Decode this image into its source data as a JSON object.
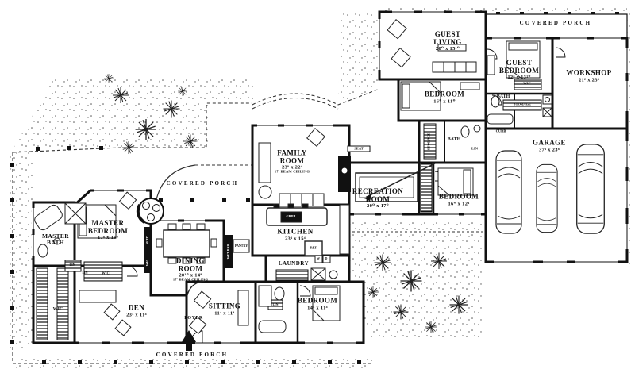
{
  "drawing": {
    "kind": "single-story house floor plan, black ink on white"
  },
  "porches": {
    "top": "COVERED PORCH",
    "middle": "COVERED PORCH",
    "bottom": "COVERED PORCH"
  },
  "rooms": {
    "guest_living": {
      "name": "GUEST\nLIVING",
      "dims": "20⁰ x 15¹⁰"
    },
    "guest_bedroom": {
      "name": "GUEST\nBEDROOM",
      "dims": "12⁶ x 13¹⁰"
    },
    "workshop": {
      "name": "WORKSHOP",
      "dims": "21² x 23⁴"
    },
    "bedroom_top": {
      "name": "BEDROOM",
      "dims": "16⁰ x 11⁰"
    },
    "garage": {
      "name": "GARAGE",
      "dims": "37⁴ x 23⁸"
    },
    "family_room": {
      "name": "FAMILY\nROOM",
      "dims": "23⁸ x 22⁴",
      "note": "17' BEAM CEILING"
    },
    "recreation_room": {
      "name": "RECREATION\nROOM",
      "dims": "20⁰ x 17⁰"
    },
    "bedroom_right": {
      "name": "BEDROOM",
      "dims": "16⁰ x 12⁴"
    },
    "master_bedroom": {
      "name": "MASTER\nBEDROOM",
      "dims": "17⁶ x 19⁴"
    },
    "master_bath": {
      "name": "MASTER\nBATH"
    },
    "den": {
      "name": "DEN",
      "dims": "23⁴ x 11⁴"
    },
    "dining_room": {
      "name": "DINING\nROOM",
      "dims": "20¹⁰ x 14⁸",
      "note": "17' BEAM CEILING"
    },
    "kitchen": {
      "name": "KITCHEN",
      "dims": "23⁴ x 15⁴"
    },
    "sitting": {
      "name": "SITTING",
      "dims": "11⁴ x 11⁴"
    },
    "bedroom_bottom": {
      "name": "BEDROOM",
      "dims": "14⁴ x 11⁴"
    }
  },
  "small_labels": {
    "bath": "BATH",
    "wic": "WIC",
    "lin": "LIN",
    "storage": "STORAGE",
    "pantry": "PANTRY",
    "laundry": "LAUNDRY",
    "foyer": "FOYER",
    "seat": "SEAT",
    "curb": "CURB",
    "grill": "GRILL",
    "ref": "REF",
    "wet_bar": "WET BAR",
    "washer": "W",
    "dryer": "D"
  },
  "colors": {
    "ink": "#111111",
    "paper": "#ffffff"
  }
}
